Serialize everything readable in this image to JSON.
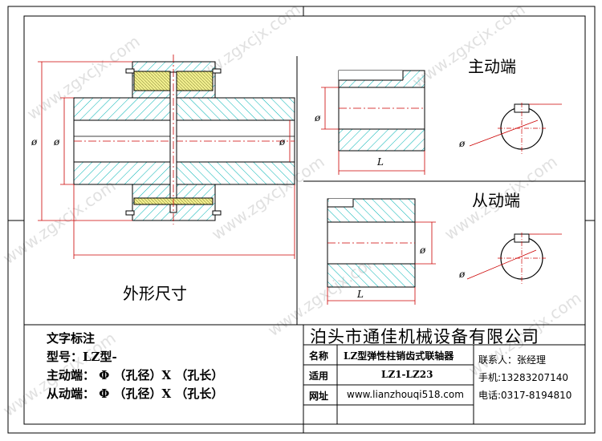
{
  "watermark": "www.zgxcjx.com",
  "views": {
    "outline_title": "外形尺寸",
    "driving_title": "主动端",
    "driven_title": "从动端"
  },
  "dims": {
    "phi": "ø",
    "length": "L"
  },
  "annotation": {
    "heading": "文字标注",
    "model_line": "型号：LZ型-",
    "driving_line": "主动端：  Φ        （孔径）X          （孔长）",
    "driven_line": "从动端：  Φ        （孔径）X          （孔长）"
  },
  "title_block": {
    "company": "泊头市通佳机械设备有限公司",
    "name_label": "名称",
    "name_value": "LZ型弹性柱销齿式联轴器",
    "use_label": "适用",
    "use_value": "LZ1-LZ23",
    "web_label": "网址",
    "web_value": "www.lianzhouqi518.com",
    "contact": "联系人：张经理",
    "mobile": "手机:13283207140",
    "phone": "电话:0317-8194810"
  },
  "colors": {
    "hatch": "#00b3b3",
    "pin": "#f2ef8f",
    "line": "#000000",
    "dim": "#cc0000",
    "watermark": "#d9d9d9"
  }
}
